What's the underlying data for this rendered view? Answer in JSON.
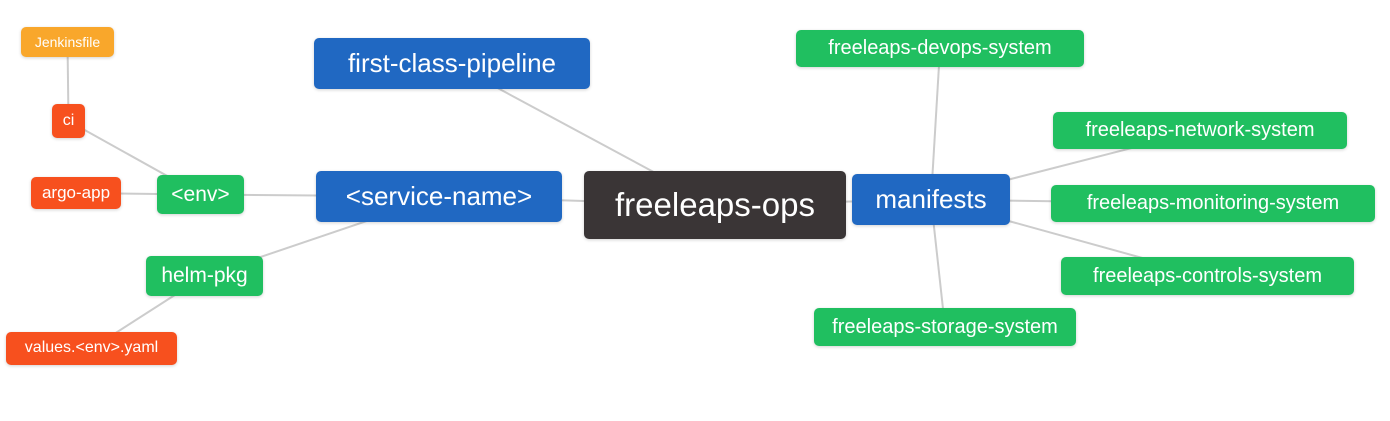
{
  "diagram": {
    "type": "mindmap",
    "root_label": "freeleaps-ops",
    "edge_color": "#cccccc",
    "palette": {
      "blue": "#2068c2",
      "green": "#20bf60",
      "red": "#f7501e",
      "orange": "#f9a72b",
      "dark": "#3a3536",
      "text": "#ffffff"
    },
    "nodes": [
      {
        "id": "jenkinsfile",
        "label": "Jenkinsfile",
        "color": "#f9a72b"
      },
      {
        "id": "ci",
        "label": "ci",
        "color": "#f7501e"
      },
      {
        "id": "argo-app",
        "label": "argo-app",
        "color": "#f7501e"
      },
      {
        "id": "env",
        "label": "<env>",
        "color": "#20bf60"
      },
      {
        "id": "helm-pkg",
        "label": "helm-pkg",
        "color": "#20bf60"
      },
      {
        "id": "values-env-yaml",
        "label": "values.<env>.yaml",
        "color": "#f7501e"
      },
      {
        "id": "first-class-pipeline",
        "label": "first-class-pipeline",
        "color": "#2068c2"
      },
      {
        "id": "service-name",
        "label": "<service-name>",
        "color": "#2068c2"
      },
      {
        "id": "freeleaps-ops",
        "label": "freeleaps-ops",
        "color": "#3a3536"
      },
      {
        "id": "manifests",
        "label": "manifests",
        "color": "#2068c2"
      },
      {
        "id": "devops-system",
        "label": "freeleaps-devops-system",
        "color": "#20bf60"
      },
      {
        "id": "network-system",
        "label": "freeleaps-network-system",
        "color": "#20bf60"
      },
      {
        "id": "monitoring-system",
        "label": "freeleaps-monitoring-system",
        "color": "#20bf60"
      },
      {
        "id": "controls-system",
        "label": "freeleaps-controls-system",
        "color": "#20bf60"
      },
      {
        "id": "storage-system",
        "label": "freeleaps-storage-system",
        "color": "#20bf60"
      }
    ],
    "edges": [
      {
        "from": "jenkinsfile",
        "to": "ci"
      },
      {
        "from": "ci",
        "to": "env"
      },
      {
        "from": "argo-app",
        "to": "env"
      },
      {
        "from": "env",
        "to": "service-name"
      },
      {
        "from": "helm-pkg",
        "to": "service-name"
      },
      {
        "from": "values-env-yaml",
        "to": "helm-pkg"
      },
      {
        "from": "first-class-pipeline",
        "to": "freeleaps-ops"
      },
      {
        "from": "service-name",
        "to": "freeleaps-ops"
      },
      {
        "from": "freeleaps-ops",
        "to": "manifests"
      },
      {
        "from": "manifests",
        "to": "devops-system"
      },
      {
        "from": "manifests",
        "to": "network-system"
      },
      {
        "from": "manifests",
        "to": "monitoring-system"
      },
      {
        "from": "manifests",
        "to": "controls-system"
      },
      {
        "from": "manifests",
        "to": "storage-system"
      }
    ]
  }
}
